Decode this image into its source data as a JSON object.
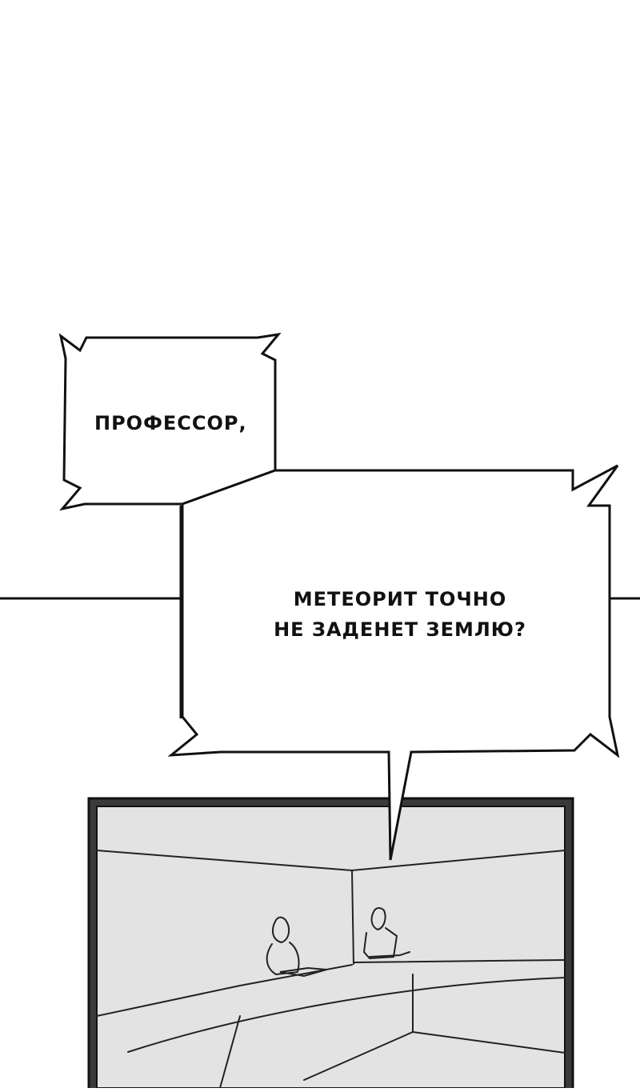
{
  "comic_panel": {
    "bubble_1": {
      "text": "ПРОФЕССОР,"
    },
    "bubble_2": {
      "line_1": "МЕТЕОРИТ ТОЧНО",
      "line_2": "НЕ ЗАДЕНЕТ ЗЕМЛЮ?"
    },
    "colors": {
      "background": "#ffffff",
      "ink": "#111111",
      "tv_frame": "#3a3a3a",
      "tv_screen": "#e3e3e3"
    }
  }
}
